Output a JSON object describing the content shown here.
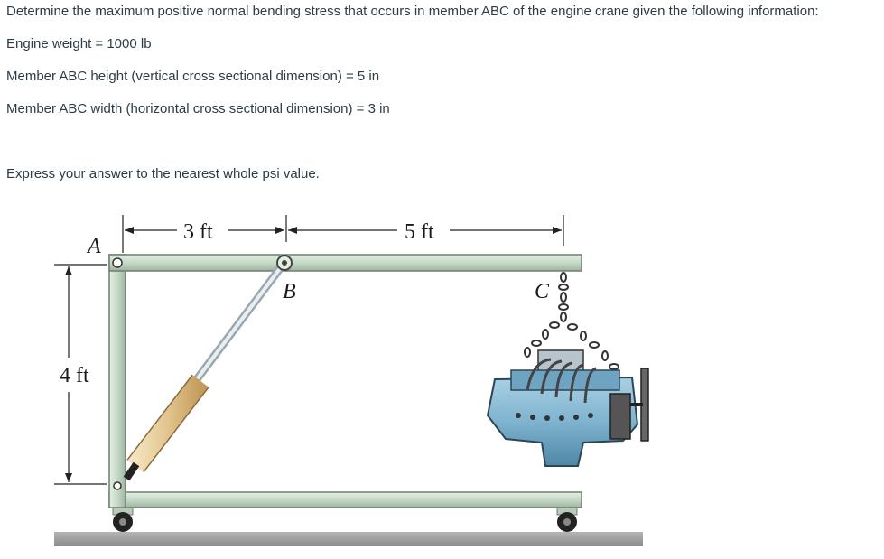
{
  "question": {
    "prompt": "Determine the maximum positive normal bending stress that occurs in member ABC of the engine crane given the following information:",
    "engine_weight": "Engine weight = 1000 lb",
    "member_height": "Member ABC height (vertical cross sectional dimension) = 5 in",
    "member_width": "Member ABC width (horizontal cross sectional dimension) = 3 in",
    "instruction": "Express your answer to the nearest whole psi value."
  },
  "figure": {
    "dim_ab": "3 ft",
    "dim_bc": "5 ft",
    "dim_height": "4 ft",
    "label_a": "A",
    "label_b": "B",
    "label_c": "C"
  },
  "colors": {
    "frame": "#c8dcc9",
    "frame_stroke": "#6f7f71",
    "cylinder": "#e2c48e",
    "engine": "#7fb3cf",
    "floor": "#9a9a9a"
  }
}
